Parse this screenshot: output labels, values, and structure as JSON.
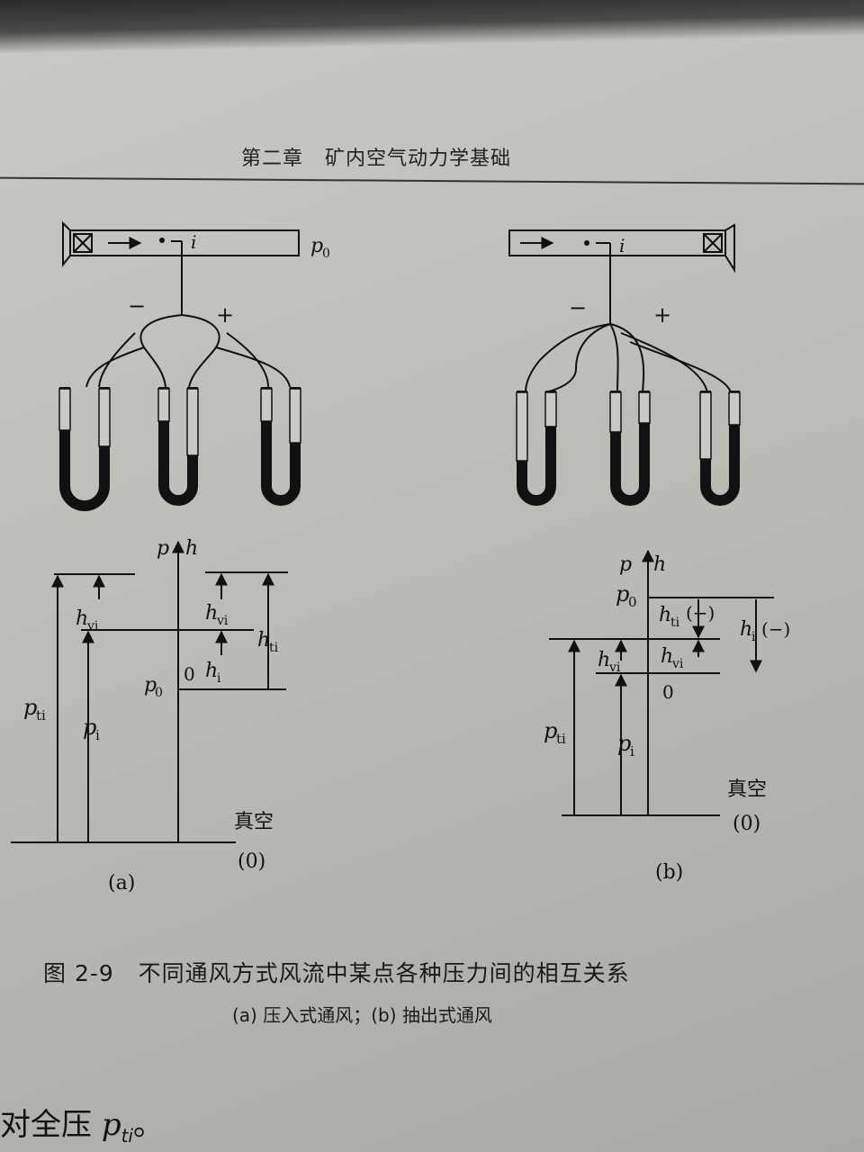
{
  "header": {
    "chapter_title": "第二章   矿内空气动力学基础"
  },
  "figure": {
    "panel_a": {
      "label_p0": "p",
      "sub_0": "0",
      "label_i": "i",
      "minus": "−",
      "plus": "+",
      "axis_p": "p",
      "axis_h": "h",
      "h_vi": "h",
      "h_vi_sub": "vi",
      "h_vi_right": "h",
      "h_ti": "h",
      "h_ti_sub": "ti",
      "h_i": "h",
      "h_i_sub": "i",
      "zero": "0",
      "p0_left": "p",
      "p_ti": "p",
      "p_ti_sub": "ti",
      "p_i": "p",
      "p_i_sub": "i",
      "vacuum": "真空",
      "vacuum_zero": "(0)",
      "panel_label": "(a)"
    },
    "panel_b": {
      "label_i": "i",
      "minus": "−",
      "plus": "+",
      "axis_p": "p",
      "axis_h": "h",
      "p0": "p",
      "p0_sub": "0",
      "h_ti": "h",
      "h_ti_sub": "ti",
      "h_ti_sign": "(−)",
      "h_i": "h",
      "h_i_sub": "i",
      "h_i_sign": "(−)",
      "h_vi": "h",
      "h_vi_sub": "vi",
      "zero": "0",
      "p_ti": "p",
      "p_ti_sub": "ti",
      "p_i": "p",
      "p_i_sub": "i",
      "vacuum": "真空",
      "vacuum_zero": "(0)",
      "panel_label": "(b)"
    }
  },
  "caption": {
    "main": "图 2-9   不同通风方式风流中某点各种压力间的相互关系",
    "sub": "(a) 压入式通风；(b) 抽出式通风"
  },
  "bottom": {
    "prefix": "对全压 ",
    "var": "p",
    "sub": "ti",
    "suffix": "。"
  }
}
